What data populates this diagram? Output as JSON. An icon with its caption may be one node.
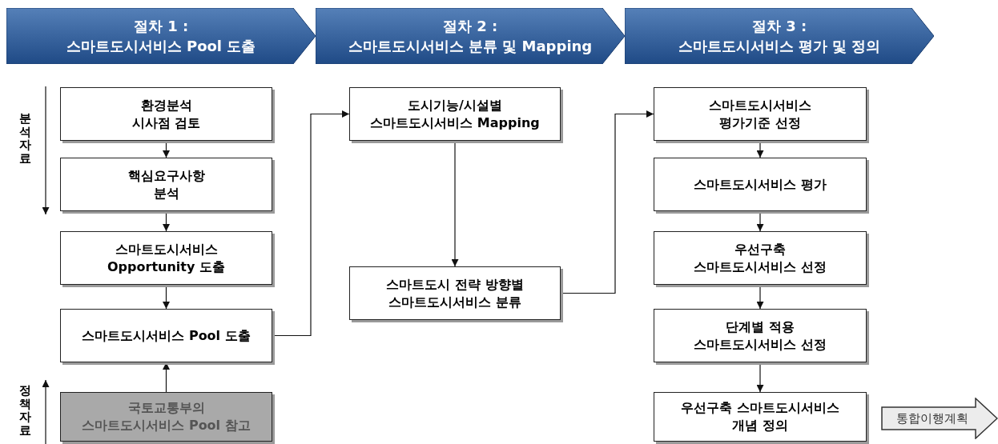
{
  "diagram": {
    "nodes": [
      {
        "text": [
          "절차 1 :",
          "스마트도시서비스 Pool 도출"
        ]
      },
      {
        "text": [
          "절차 2 :",
          "스마트도시서비스 분류 및 Mapping"
        ]
      },
      {
        "text": [
          "절차 3 :",
          "스마트도시서비스 평가 및 정의"
        ]
      },
      {
        "text": [
          "환경분석 시사점 검토"
        ]
      },
      {
        "text": [
          "핵심요구사항 분석"
        ]
      },
      {
        "text": [
          "스마트도시서비스 Opportunity 도출"
        ]
      },
      {
        "text": [
          "스마트도시서비스 Pool 도출"
        ]
      },
      {
        "text": [
          "국토교통부의 스마트도시서비스 Pool 참고"
        ]
      },
      {
        "text": [
          "도시기능/시설별 스마트도시서비스 Mapping"
        ]
      },
      {
        "text": [
          "스마트도시 전략 방향별 스마트도시서비스 분류"
        ]
      },
      {
        "text": [
          "스마트도시서비스 평가기준 선정"
        ]
      },
      {
        "text": [
          "스마트도시서비스 평가"
        ]
      },
      {
        "text": [
          "우선구축 스마트도시서비스 선정"
        ]
      },
      {
        "text": [
          "단계별 적용 스마트도시서비스 선정"
        ]
      },
      {
        "text": [
          "우선구축 스마트도시서비스 개념 정의"
        ]
      },
      {
        "text": [
          "통합이행계획"
        ]
      }
    ],
    "edges": [
      {
        "from": 3,
        "to": 4,
        "arrow": "to"
      },
      {
        "from": 4,
        "to": 5,
        "arrow": "to"
      },
      {
        "from": 5,
        "to": 6,
        "arrow": "to"
      },
      {
        "from": 7,
        "to": 6,
        "arrow": "to"
      },
      {
        "from": 6,
        "to": 8,
        "arrow": "to"
      },
      {
        "from": 8,
        "to": 9,
        "arrow": "to"
      },
      {
        "from": 9,
        "to": 10,
        "arrow": "to"
      },
      {
        "from": 10,
        "to": 11,
        "arrow": "to"
      },
      {
        "from": 11,
        "to": 12,
        "arrow": "to"
      },
      {
        "from": 12,
        "to": 13,
        "arrow": "to"
      },
      {
        "from": 13,
        "to": 14,
        "arrow": "to"
      }
    ],
    "labels": [
      "분석자료",
      "정책자료"
    ]
  }
}
